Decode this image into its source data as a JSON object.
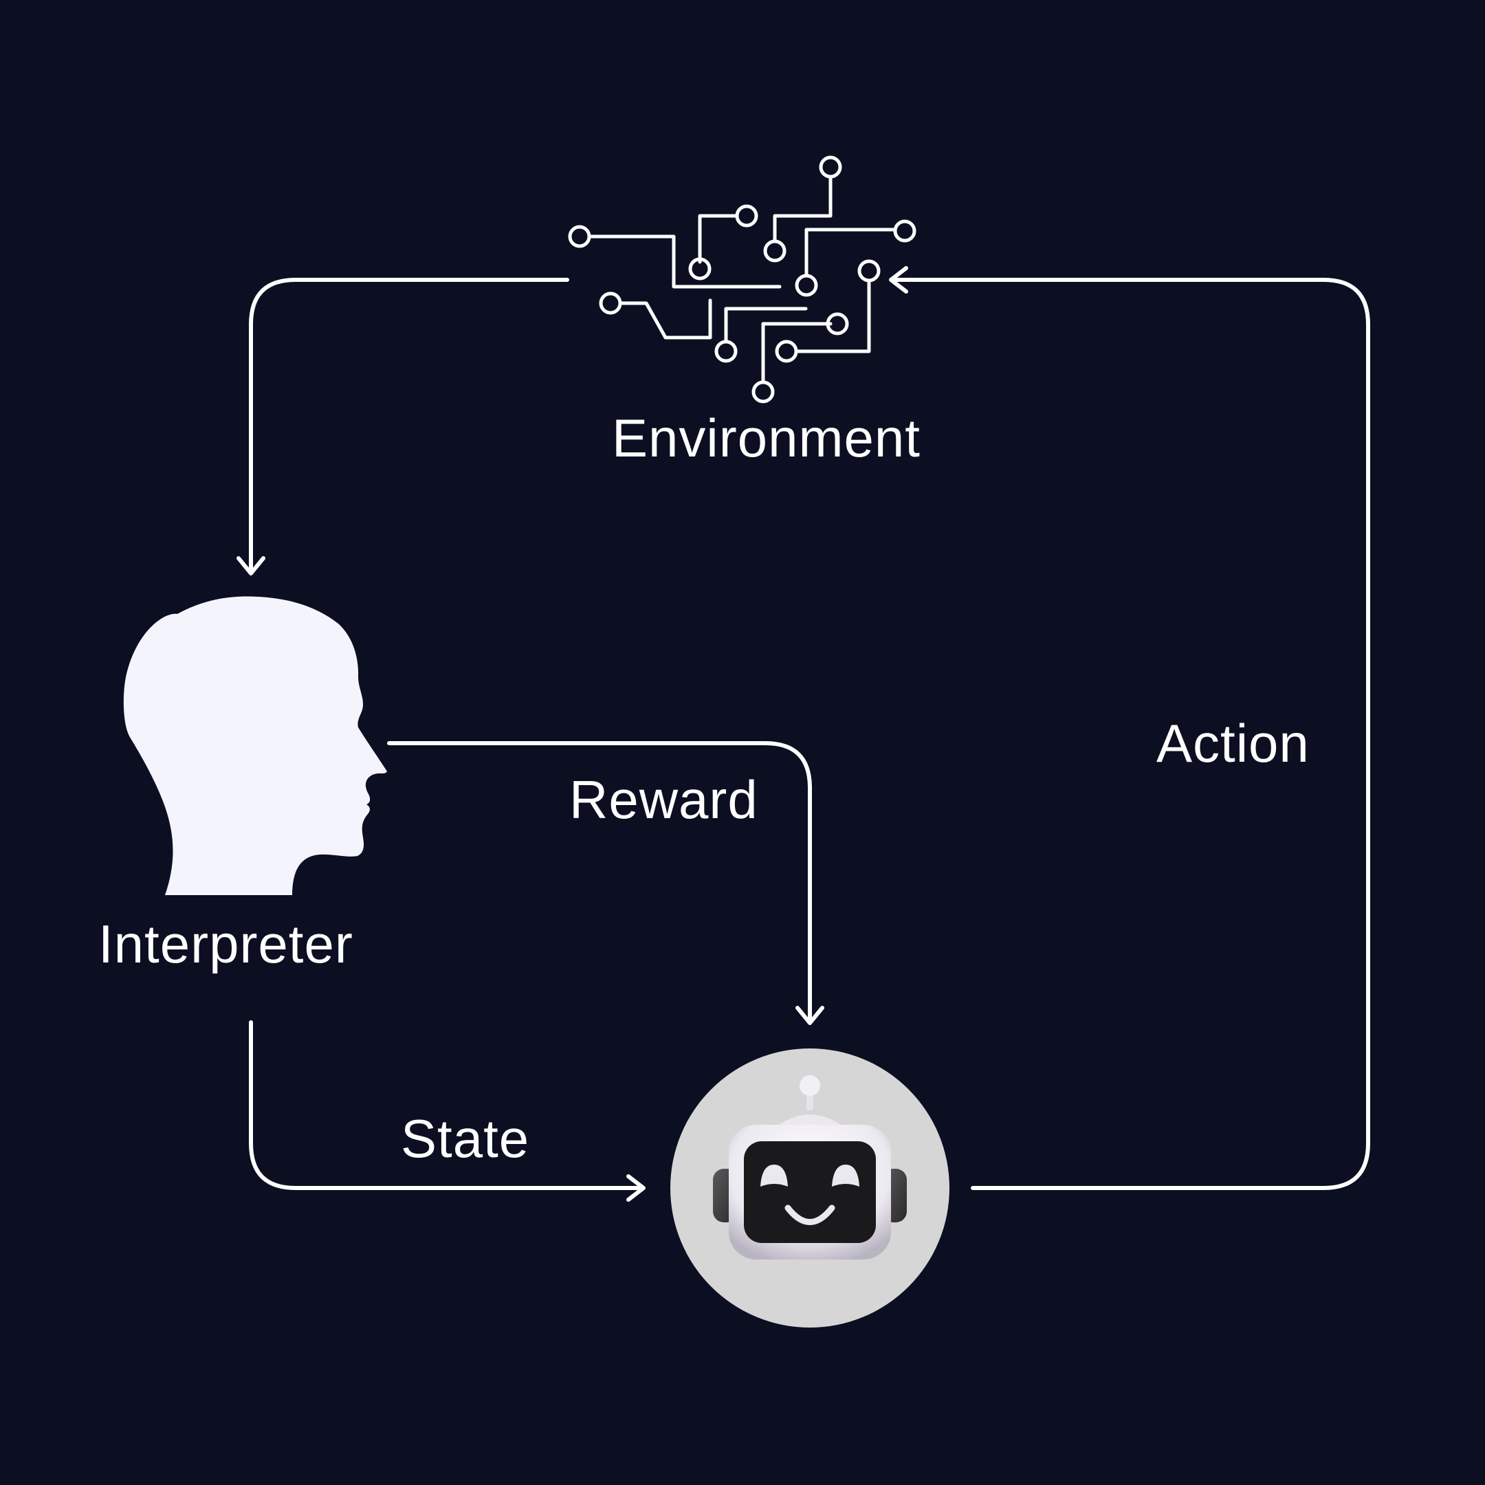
{
  "background_color": "#0b0f21",
  "line_color": "#ffffff",
  "nodes": {
    "environment": {
      "label": "Environment",
      "icon": "circuit-icon"
    },
    "interpreter": {
      "label": "Interpreter",
      "icon": "human-head-icon"
    },
    "agent": {
      "icon": "robot-icon",
      "badge_color": "#d6d6d6"
    }
  },
  "edges": {
    "reward": {
      "label": "Reward"
    },
    "state": {
      "label": "State"
    },
    "action": {
      "label": "Action"
    }
  }
}
